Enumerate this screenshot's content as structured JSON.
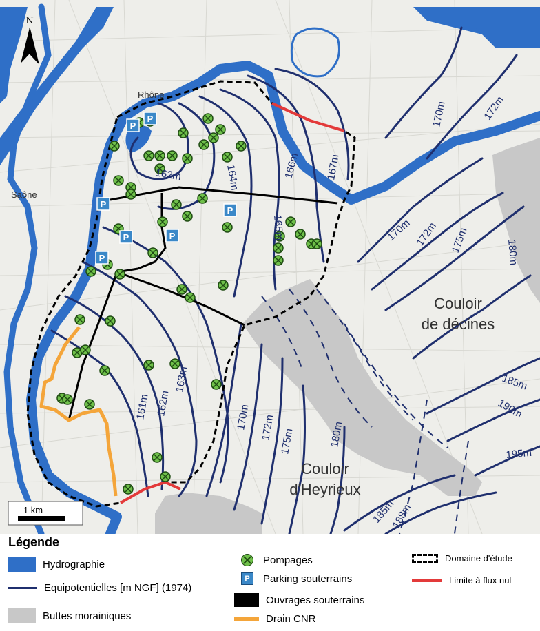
{
  "map": {
    "north_label": "N",
    "place_labels": {
      "rhone": "Rhône",
      "saone": "Saône",
      "couloir_decines_1": "Couloir",
      "couloir_decines_2": "de décines",
      "couloir_heyrieux_1": "Couloir",
      "couloir_heyrieux_2": "d'Heyrieux"
    },
    "contour_labels": {
      "c162": "162m",
      "c164": "164m",
      "c165": "165m",
      "c166": "166m",
      "c167": "167m",
      "c170_top": "170m",
      "c172_top": "172m",
      "c170_mid": "170m",
      "c172_mid": "172m",
      "c175_mid": "175m",
      "c180_right": "180m",
      "c185_right": "185m",
      "c190_right": "190m",
      "c195_right": "195m",
      "c161": "161m",
      "c162_b": "162m",
      "c163": "163m",
      "c170_b": "170m",
      "c172_b": "172m",
      "c175_b": "175m",
      "c180_b": "180m",
      "c185_b": "185m",
      "c188_b": "188m"
    },
    "parking_symbol": "P",
    "scale_label": "1 km"
  },
  "colors": {
    "water": "#2f6fc7",
    "equipotential": "#1f2f6e",
    "butte": "#c8c8c8",
    "pompage_fill": "#6fc04a",
    "parking": "#3a88c8",
    "drain": "#f4a53a",
    "flux_nul": "#e33a3a"
  },
  "legend": {
    "title": "Légende",
    "hydro": "Hydrographie",
    "equi": "Equipotentielles [m NGF] (1974)",
    "buttes": "Buttes morainiques",
    "pompages": "Pompages",
    "parking": "Parking souterrains",
    "ouvrages": "Ouvrages souterrains",
    "drain": "Drain CNR",
    "domaine": "Domaine d'étude",
    "flux": "Limite à flux nul"
  }
}
